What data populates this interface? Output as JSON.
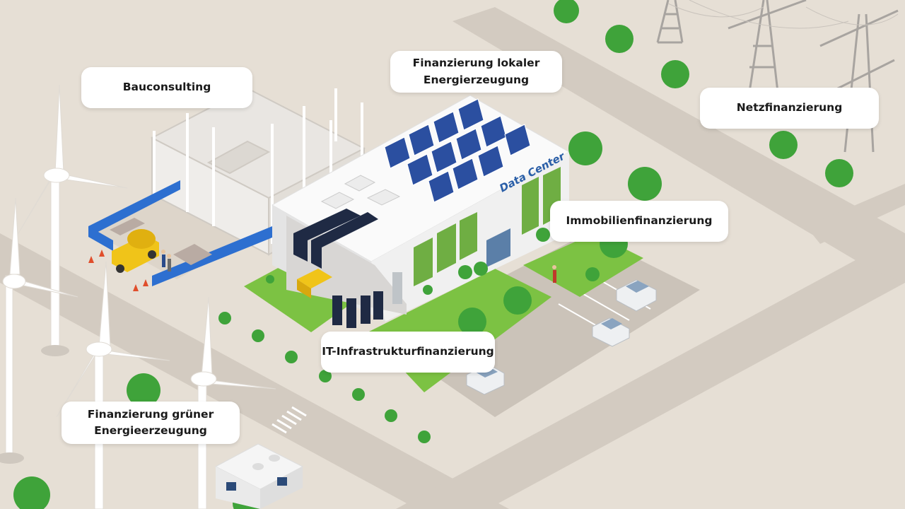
{
  "labels": {
    "bauconsulting": "Bauconsulting",
    "lokal_line1": "Finanzierung lokaler",
    "lokal_line2": "Energierzeugung",
    "netz": "Netzfinanzierung",
    "immobilien": "Immobilienfinanzierung",
    "it": "IT-Infrastrukturfinanzierung",
    "gruen_line1": "Finanzierung grüner",
    "gruen_line2": "Energieerzeugung"
  },
  "building_sign": "Data Center",
  "colors": {
    "ground": "#e6dfd5",
    "road": "#d2cac0",
    "lot": "#cfc8bf",
    "lawn": "#7cc243",
    "tree": "#3fa33a",
    "building_wall": "#f2f2f2",
    "building_roof": "#fafafa",
    "solar_panel": "#2b4fa0",
    "sign_text": "#2b5fa8",
    "fence": "#2d6fd0",
    "mixer": "#f0c419"
  },
  "icons": [
    "wind-turbine-icon",
    "power-pylon-icon",
    "solar-panel-icon",
    "tree-icon",
    "car-icon",
    "cement-mixer-icon",
    "server-rack-icon"
  ]
}
